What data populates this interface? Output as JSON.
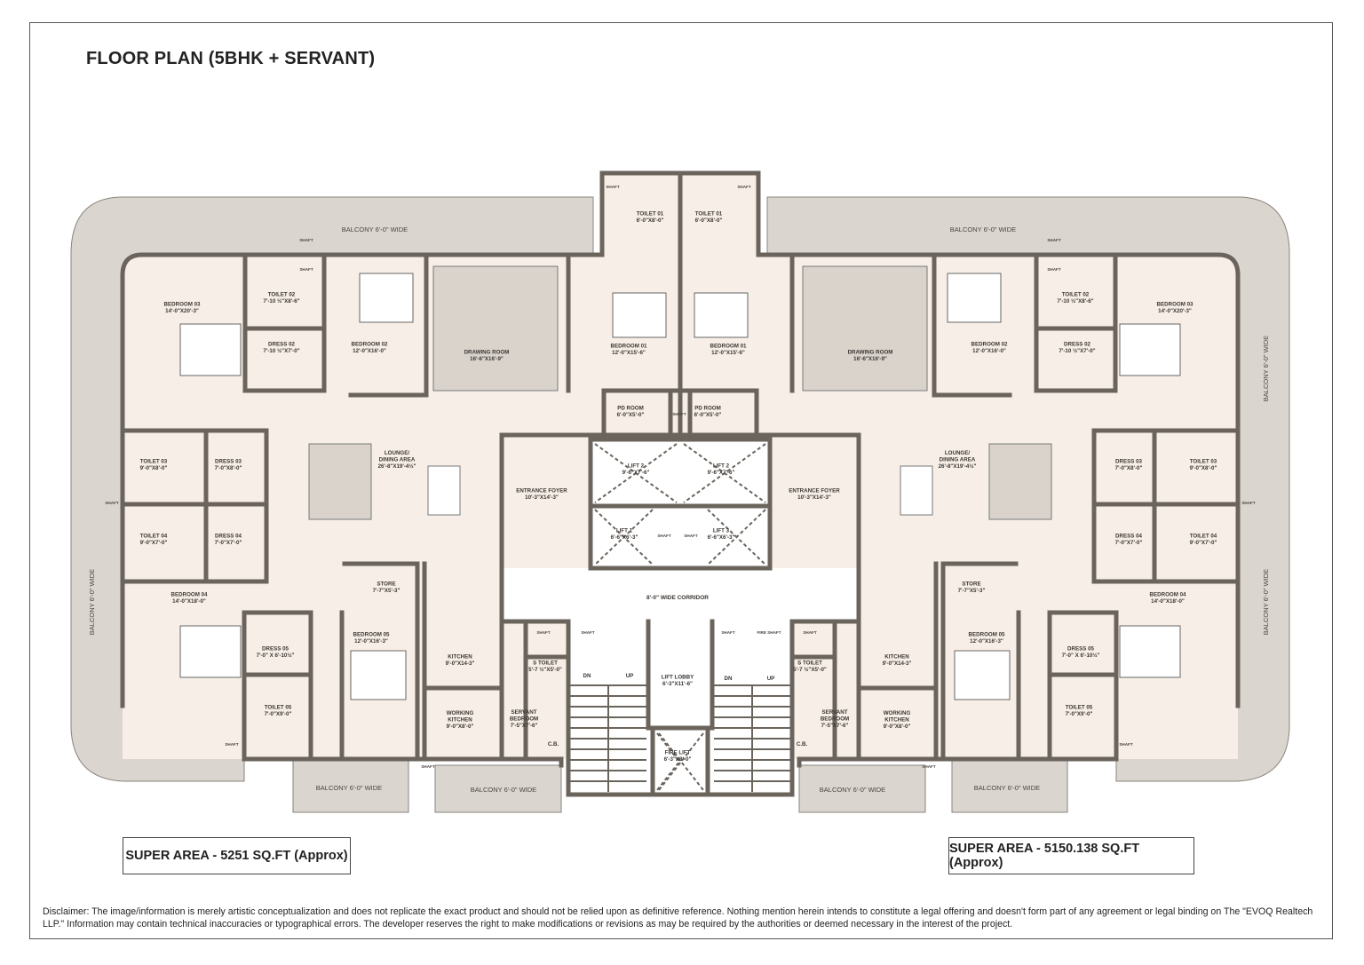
{
  "title": "FLOOR PLAN (5BHK + SERVANT)",
  "colors": {
    "floor": "#f7efe7",
    "balcony": "#dad5ce",
    "wall": "#6b645d",
    "core": "#ffffff"
  },
  "units": {
    "left_unit": {
      "super_area": "SUPER AREA - 5251 SQ.FT (Approx)",
      "rooms": {
        "bedroom_03": {
          "lines": [
            "BEDROOM 03",
            "14'-0\"X20'-3\""
          ]
        },
        "toilet_02": {
          "lines": [
            "TOILET 02",
            "7'-10 ½\"X8'-6\""
          ]
        },
        "dress_02": {
          "lines": [
            "DRESS 02",
            "7'-10 ½\"X7'-0\""
          ]
        },
        "bedroom_02": {
          "lines": [
            "BEDROOM 02",
            "12'-0\"X16'-0\""
          ]
        },
        "drawing_room": {
          "lines": [
            "DRAWING ROOM",
            "16'-6\"X16'-9\""
          ]
        },
        "bedroom_01": {
          "lines": [
            "BEDROOM 01",
            "12'-0\"X15'-6\""
          ]
        },
        "toilet_01": {
          "lines": [
            "TOILET 01",
            "6'-0\"X8'-0\""
          ]
        },
        "pd_room": {
          "lines": [
            "PD ROOM",
            "6'-0\"X5'-0\""
          ]
        },
        "lounge_dining": {
          "lines": [
            "LOUNGE/",
            "DINING AREA",
            "26'-8\"X19'-4½\""
          ]
        },
        "entrance_foyer": {
          "lines": [
            "ENTRANCE FOYER",
            "10'-3\"X14'-3\""
          ]
        },
        "toilet_03": {
          "lines": [
            "TOILET 03",
            "9'-0\"X8'-0\""
          ]
        },
        "dress_03": {
          "lines": [
            "DRESS 03",
            "7'-0\"X8'-0\""
          ]
        },
        "toilet_04": {
          "lines": [
            "TOILET 04",
            "9'-0\"X7'-0\""
          ]
        },
        "dress_04": {
          "lines": [
            "DRESS 04",
            "7'-0\"X7'-0\""
          ]
        },
        "bedroom_04": {
          "lines": [
            "BEDROOM 04",
            "14'-0\"X18'-0\""
          ]
        },
        "store": {
          "lines": [
            "STORE",
            "7'-7\"X5'-3\""
          ]
        },
        "dress_05": {
          "lines": [
            "DRESS 05",
            "7'-0\" X 6'-10½\""
          ]
        },
        "bedroom_05": {
          "lines": [
            "BEDROOM 05",
            "12'-0\"X16'-3\""
          ]
        },
        "toilet_05": {
          "lines": [
            "TOILET 05",
            "7'-0\"X9'-0\""
          ]
        },
        "kitchen": {
          "lines": [
            "KITCHEN",
            "9'-0\"X14-3\""
          ]
        },
        "working_kitchen": {
          "lines": [
            "WORKING",
            "KITCHEN",
            "9'-0\"X8'-0\""
          ]
        },
        "servant_bedroom": {
          "lines": [
            "SERVANT",
            "BEDROOM",
            "7'-5\"X7'-6\""
          ]
        },
        "s_toilet": {
          "lines": [
            "S TOILET",
            "5'-7 ½\"X5'-0\""
          ]
        },
        "cb": {
          "lines": [
            "C.B."
          ]
        }
      }
    },
    "right_unit": {
      "super_area": "SUPER AREA - 5150.138 SQ.FT (Approx)",
      "rooms": {
        "bedroom_03": {
          "lines": [
            "BEDROOM 03",
            "14'-0\"X20'-3\""
          ]
        },
        "toilet_02": {
          "lines": [
            "TOILET 02",
            "7'-10 ½\"X8'-6\""
          ]
        },
        "dress_02": {
          "lines": [
            "DRESS 02",
            "7'-10 ½\"X7'-0\""
          ]
        },
        "bedroom_02": {
          "lines": [
            "BEDROOM 02",
            "12'-0\"X16'-0\""
          ]
        },
        "drawing_room": {
          "lines": [
            "DRAWING ROOM",
            "16'-6\"X16'-9\""
          ]
        },
        "bedroom_01": {
          "lines": [
            "BEDROOM 01",
            "12'-0\"X15'-6\""
          ]
        },
        "toilet_01": {
          "lines": [
            "TOILET 01",
            "6'-0\"X8'-0\""
          ]
        },
        "pd_room": {
          "lines": [
            "PD ROOM",
            "6'-0\"X5'-0\""
          ]
        },
        "lounge_dining": {
          "lines": [
            "LOUNGE/",
            "DINING AREA",
            "26'-8\"X19'-4½\""
          ]
        },
        "entrance_foyer": {
          "lines": [
            "ENTRANCE FOYER",
            "10'-3\"X14'-3\""
          ]
        },
        "toilet_03": {
          "lines": [
            "TOILET 03",
            "9'-0\"X8'-0\""
          ]
        },
        "dress_03": {
          "lines": [
            "DRESS 03",
            "7'-0\"X8'-0\""
          ]
        },
        "toilet_04": {
          "lines": [
            "TOILET 04",
            "9'-0\"X7'-0\""
          ]
        },
        "dress_04": {
          "lines": [
            "DRESS 04",
            "7'-0\"X7'-0\""
          ]
        },
        "bedroom_04": {
          "lines": [
            "BEDROOM 04",
            "14'-0\"X18'-0\""
          ]
        },
        "store": {
          "lines": [
            "STORE",
            "7'-7\"X5'-3\""
          ]
        },
        "dress_05": {
          "lines": [
            "DRESS 05",
            "7'-0\" X 6'-10½\""
          ]
        },
        "bedroom_05": {
          "lines": [
            "BEDROOM 05",
            "12'-0\"X16'-3\""
          ]
        },
        "toilet_05": {
          "lines": [
            "TOILET 05",
            "7'-0\"X9'-0\""
          ]
        },
        "kitchen": {
          "lines": [
            "KITCHEN",
            "9'-0\"X14-3\""
          ]
        },
        "working_kitchen": {
          "lines": [
            "WORKING",
            "KITCHEN",
            "9'-0\"X8'-0\""
          ]
        },
        "servant_bedroom": {
          "lines": [
            "SERVANT",
            "BEDROOM",
            "7'-5\"X7'-6\""
          ]
        },
        "s_toilet": {
          "lines": [
            "S TOILET",
            "5'-7 ½\"X5'-0\""
          ]
        },
        "cb": {
          "lines": [
            "C.B."
          ]
        }
      }
    }
  },
  "core": {
    "lift_2": {
      "lines": [
        "LIFT 2",
        "9'-6\"X7'-6\""
      ]
    },
    "lift_1": {
      "lines": [
        "LIFT 1",
        "6'-6\"X6'-3\""
      ]
    },
    "lift_3": {
      "lines": [
        "LIFT 3",
        "6'-6\"X6'-3\""
      ]
    },
    "corridor": {
      "lines": [
        "8'-0\" WIDE CORRIDOR"
      ]
    },
    "lift_lobby": {
      "lines": [
        "LIFT LOBBY",
        "6'-3\"X11'-6\""
      ]
    },
    "fire_lift": {
      "lines": [
        "FIRE LIFT",
        "6'-3\"X8'-0\""
      ]
    },
    "stair_down": "DN",
    "stair_up": "UP",
    "shaft": "SHAFT",
    "fire_shaft": "FIRE SHAFT"
  },
  "balcony_label": "BALCONY 6'-0\" WIDE",
  "disclaimer": "Disclaimer: The image/information is merely artistic conceptualization and does not replicate the exact product and should not be relied upon as definitive reference. Nothing mention herein intends to constitute a legal offering and doesn't form part of any agreement or legal binding on The \"EVOQ Realtech LLP.\" Information may contain technical inaccuracies or typographical errors. The developer reserves the right to make modifications or revisions as may be required by the authorities or deemed necessary in the interest of the project."
}
